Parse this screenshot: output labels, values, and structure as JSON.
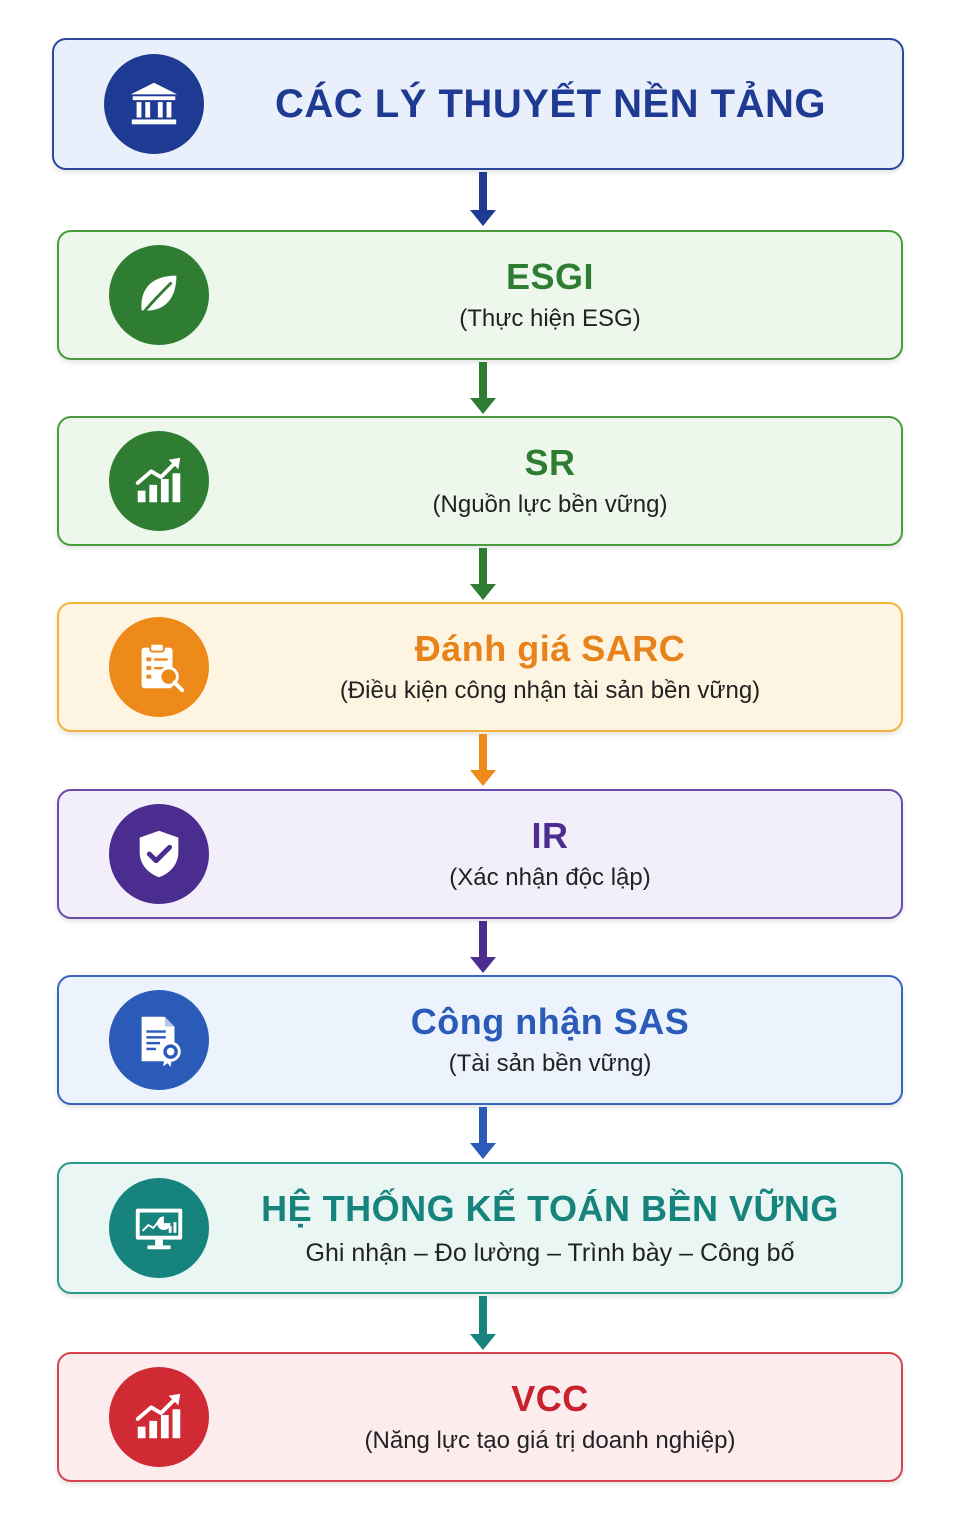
{
  "steps": [
    {
      "title": "CÁC LÝ THUYẾT NỀN TẢNG",
      "subtitle": "",
      "icon": "bank-icon",
      "color": "#1f3a93",
      "fill": "#e9f0fb",
      "border": "#2b4a9c",
      "title_color": "#1f3a93"
    },
    {
      "title": "ESGI",
      "subtitle": "(Thực hiện ESG)",
      "icon": "leaf-icon",
      "color": "#2e7d32",
      "fill": "#eef7ec",
      "border": "#4a9a3e",
      "title_color": "#2e7d32"
    },
    {
      "title": "SR",
      "subtitle": "(Nguồn lực bền vững)",
      "icon": "growth-chart-icon",
      "color": "#2e7d32",
      "fill": "#eef7ec",
      "border": "#4a9a3e",
      "title_color": "#2e7d32"
    },
    {
      "title": "Đánh giá SARC",
      "subtitle": "(Điều kiện công nhận tài sản bền vững)",
      "icon": "clipboard-search-icon",
      "color": "#ee8a1a",
      "fill": "#fdf5e2",
      "border": "#f4b23c",
      "title_color": "#e8821a"
    },
    {
      "title": "IR",
      "subtitle": "(Xác nhận độc lập)",
      "icon": "shield-check-icon",
      "color": "#4b2c8f",
      "fill": "#f3effa",
      "border": "#6a4aa8",
      "title_color": "#4b2c8f"
    },
    {
      "title": "Công nhận SAS",
      "subtitle": "(Tài sản bền vững)",
      "icon": "certificate-document-icon",
      "color": "#2a5bb8",
      "fill": "#edf3fc",
      "border": "#3a66bd",
      "title_color": "#2a5bb8"
    },
    {
      "title": "HỆ THỐNG KẾ TOÁN BỀN VỮNG",
      "subtitle": "Ghi nhận – Đo lường – Trình bày – Công bố",
      "icon": "monitor-chart-icon",
      "color": "#16837c",
      "fill": "#eaf6f4",
      "border": "#2a9a8f",
      "title_color": "#16837c"
    },
    {
      "title": "VCC",
      "subtitle": "(Năng lực tạo giá trị doanh nghiệp)",
      "icon": "growth-chart-icon",
      "color": "#d02a35",
      "fill": "#fcecee",
      "border": "#d8434d",
      "title_color": "#c8222c"
    }
  ],
  "arrows": [
    {
      "color": "#1f3a93"
    },
    {
      "color": "#2e7d32"
    },
    {
      "color": "#2e7d32"
    },
    {
      "color": "#ee8a1a"
    },
    {
      "color": "#4b2c8f"
    },
    {
      "color": "#2a5bb8"
    },
    {
      "color": "#16837c"
    }
  ]
}
